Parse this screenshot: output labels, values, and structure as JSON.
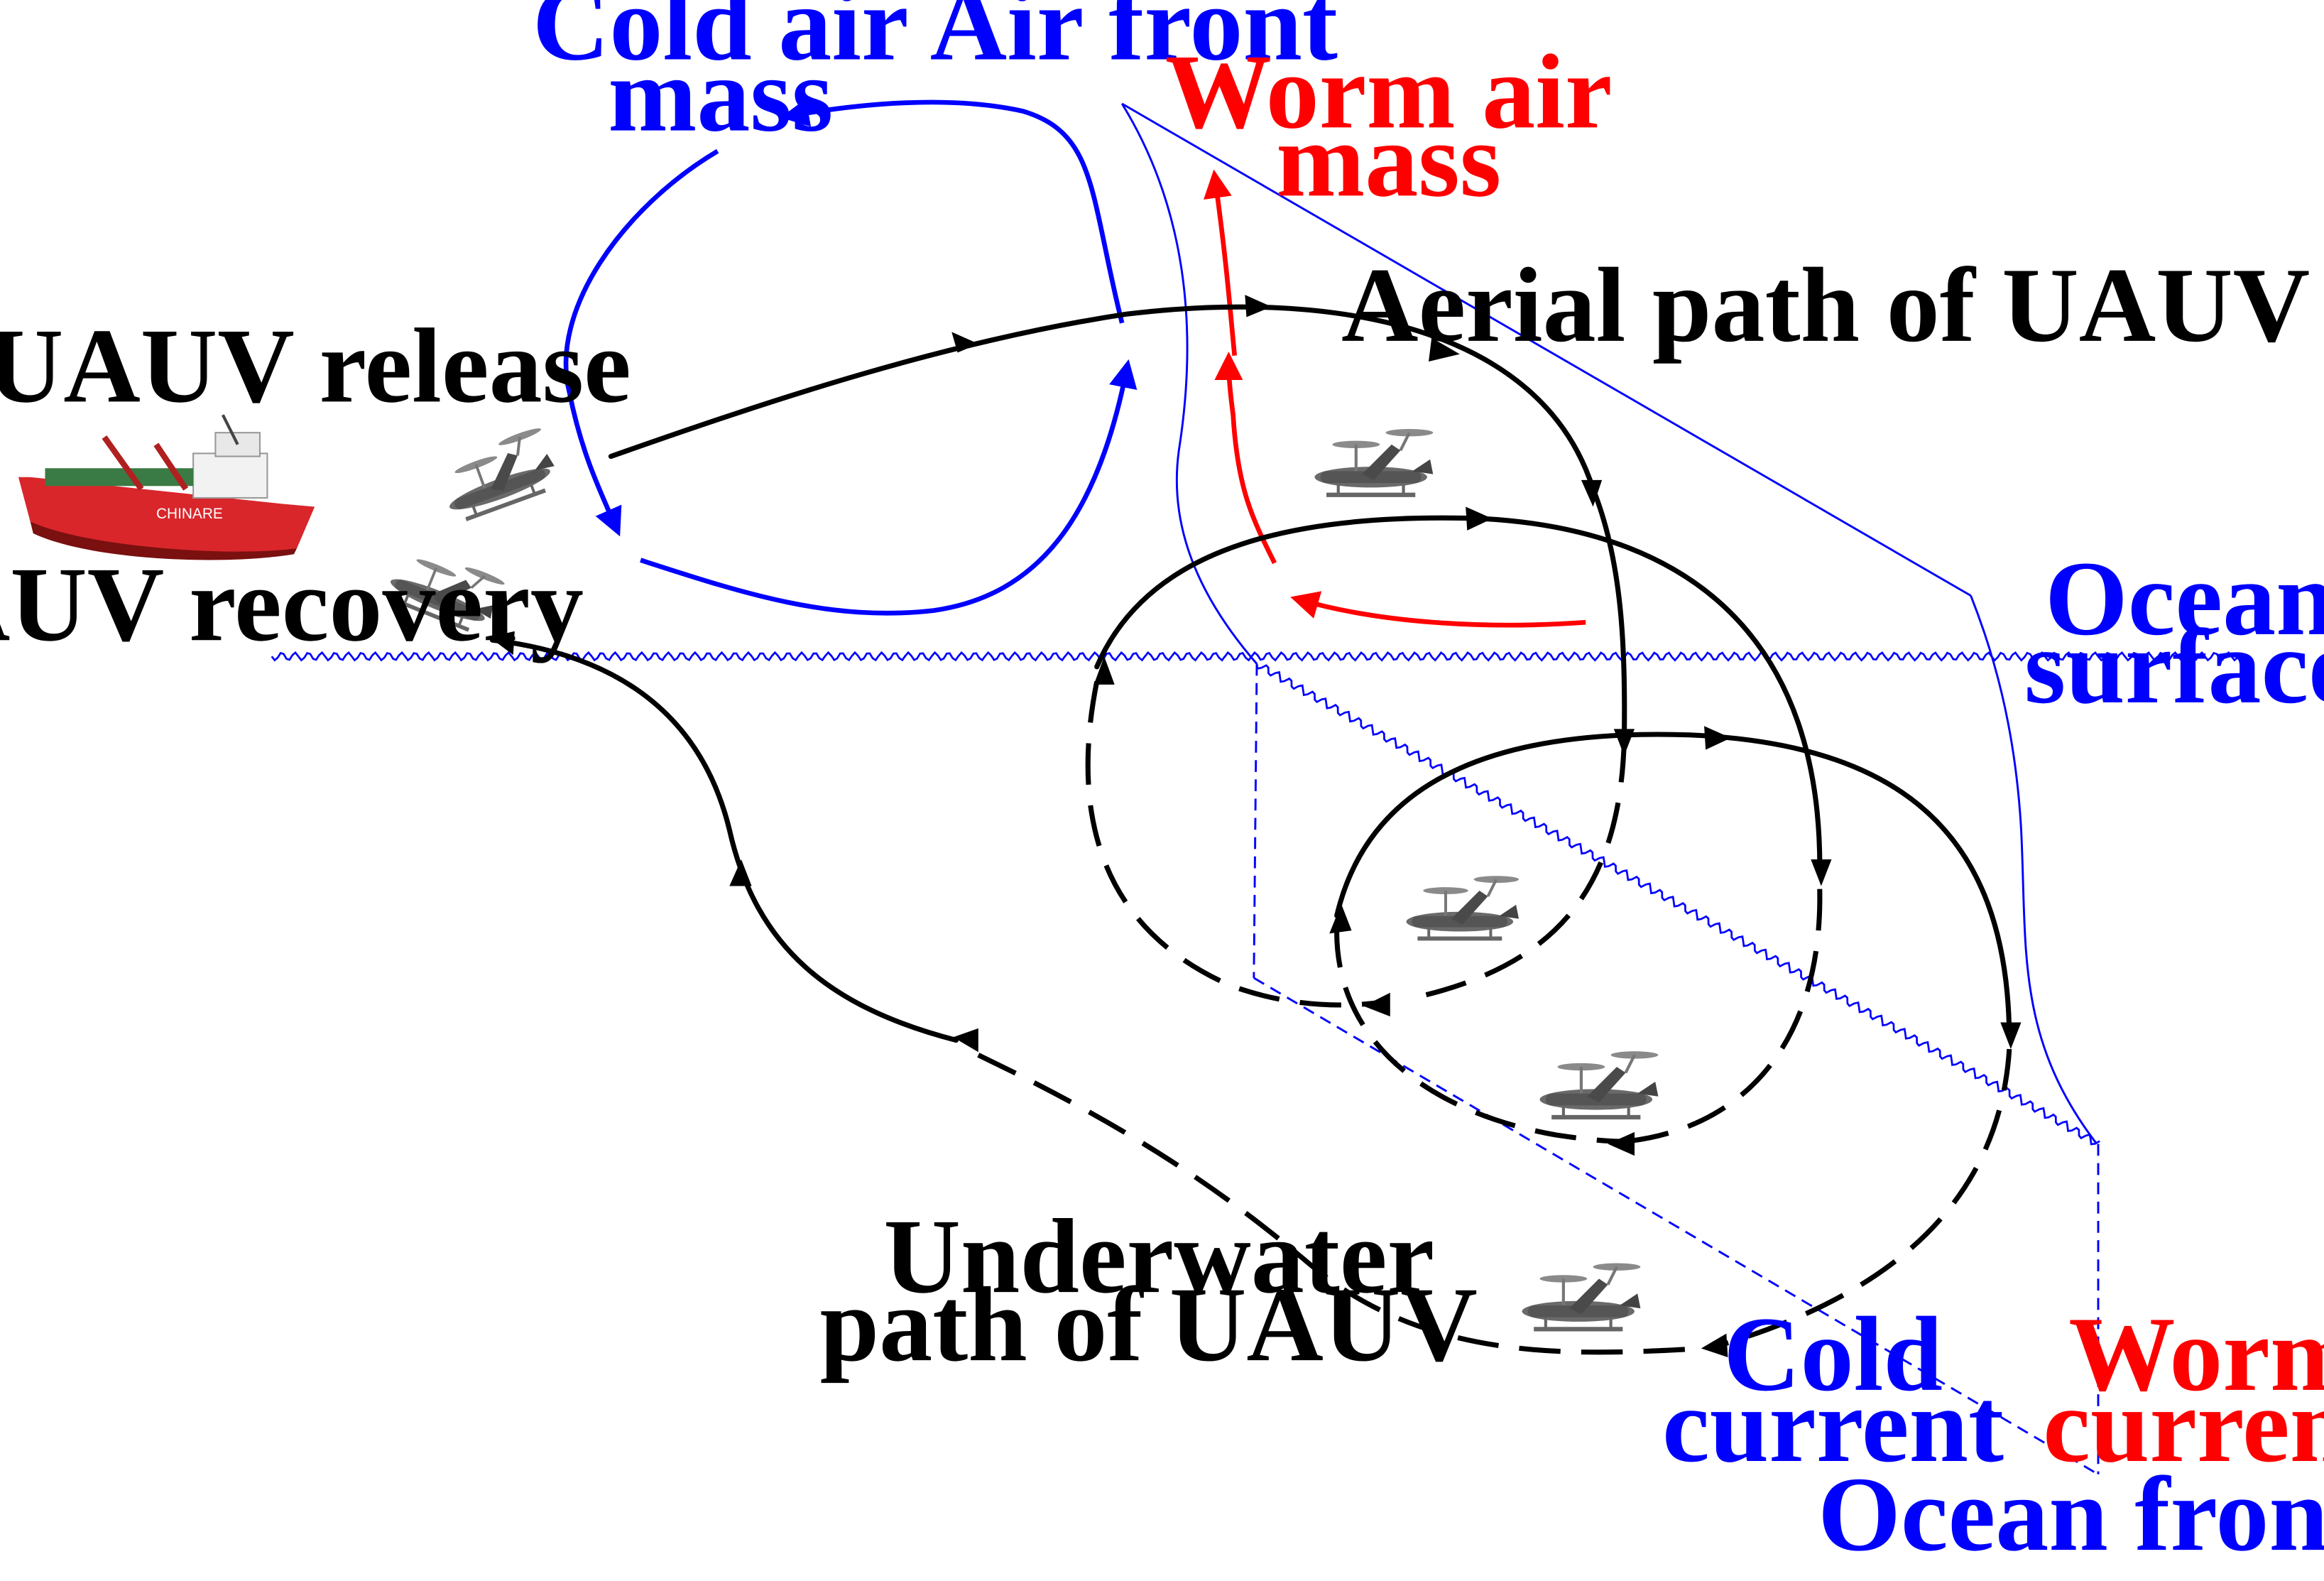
{
  "labels": {
    "cold_air_mass": [
      "Cold air",
      "mass"
    ],
    "air_front": "Air front",
    "worm_air_mass": [
      "Worm air",
      "mass"
    ],
    "aerial_path": "Aerial path of UAUV",
    "uauv_release": "UAUV release",
    "uauv_recovery": "UAUV recovery",
    "ocean_surface": [
      "Ocean",
      "surface"
    ],
    "underwater_path": [
      "Underwater",
      "path of UAUV"
    ],
    "cold_current": [
      "Cold",
      "current"
    ],
    "worm_current": [
      "Worm",
      "current"
    ],
    "ocean_front": "Ocean front"
  },
  "ship": {
    "hull_text": "CHINARE"
  },
  "colors": {
    "path": "#000000",
    "cold": "#0000ff",
    "warm": "#ff0000",
    "ship_hull": "#d9262b",
    "drone": "#555555"
  },
  "icons": [
    "ship-icon",
    "drone-icon"
  ]
}
